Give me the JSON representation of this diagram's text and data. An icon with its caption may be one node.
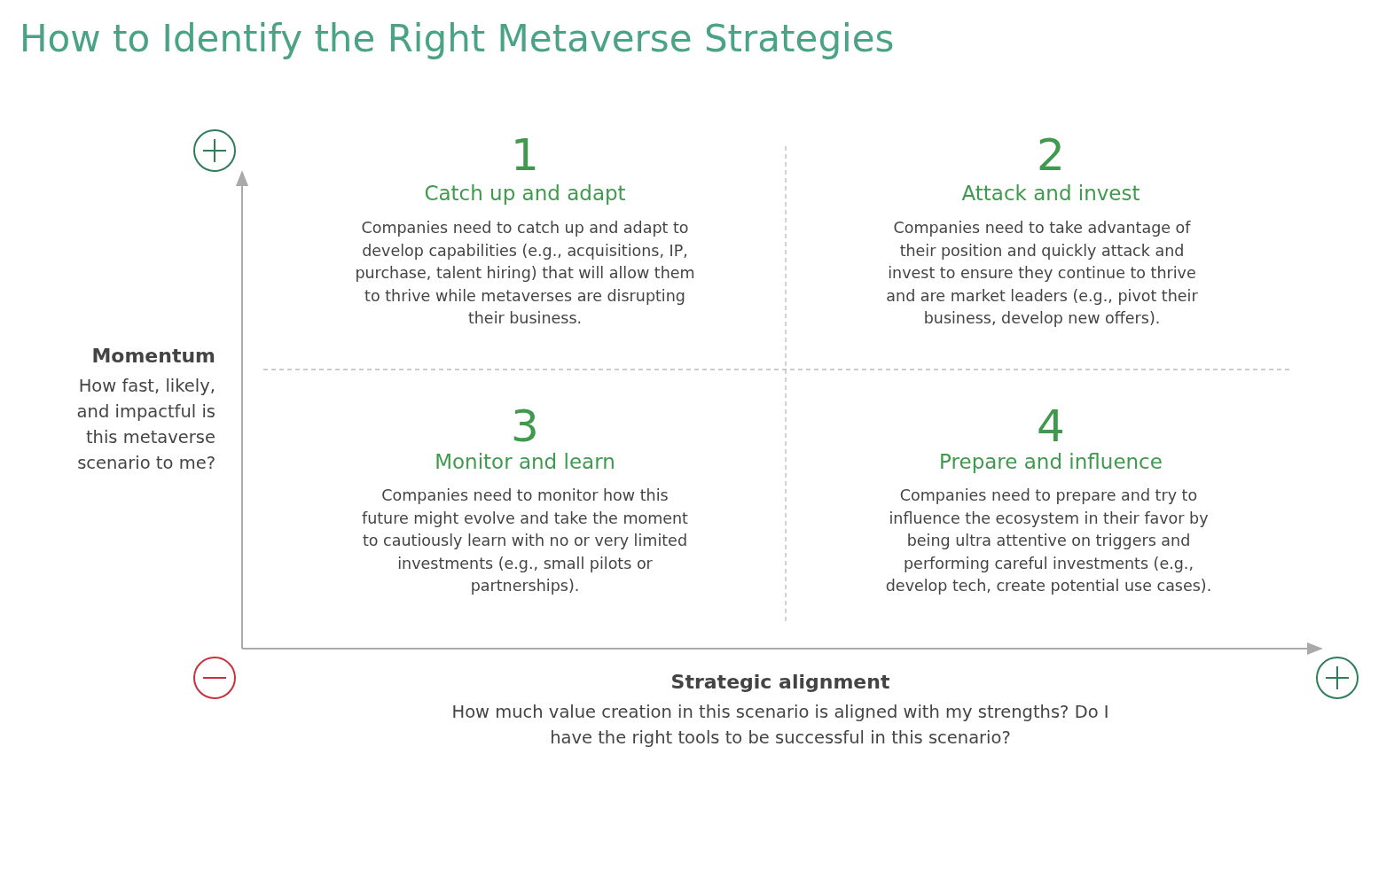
{
  "diagram": {
    "title": "How to Identify the Right Metaverse Strategies",
    "labels": [
      "1",
      "Catch up and adapt",
      "Companies need to catch up and adapt to develop capabilities (e.g., acquisitions, IP, purchase, talent hiring) that will allow them to thrive while metaverses are disrupting their business.",
      "2",
      "Attack and invest",
      "Companies need to take advantage of their position and quickly attack and invest to ensure they continue to thrive and are market leaders (e.g., pivot their business, develop new offers).",
      "Momentum",
      "How fast, likely, and impactful is this metaverse scenario to me?",
      "3",
      "Monitor and learn",
      "Companies need to monitor how this future might evolve and take the moment to cautiously learn with no or very limited investments (e.g., small pilots or partnerships).",
      "4",
      "Prepare and influence",
      "Companies need to prepare and try to influence the ecosystem in their favor by being ultra attentive on triggers and performing careful investments (e.g., develop tech, create potential use cases).",
      "Strategic alignment",
      "How much value creation in this scenario is aligned with my strengths? Do I have the right tools to be successful in this scenario?"
    ]
  }
}
